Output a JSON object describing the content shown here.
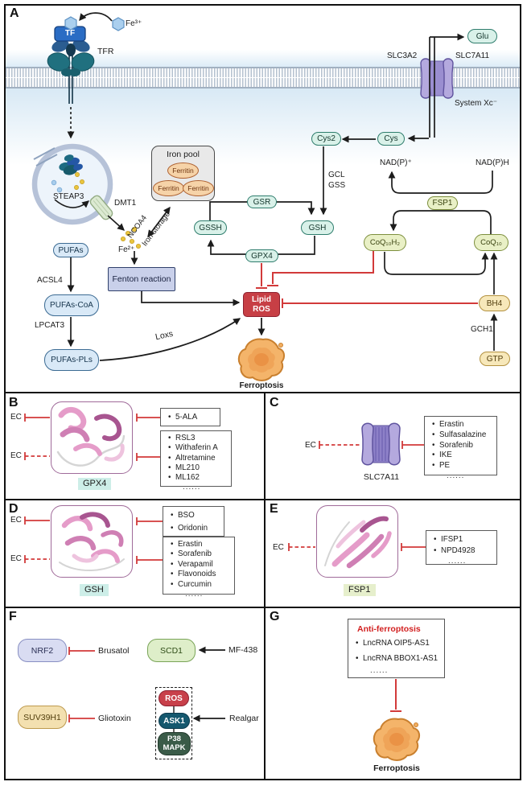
{
  "figure": {
    "panel_labels": {
      "a": "A",
      "b": "B",
      "c": "C",
      "d": "D",
      "e": "E",
      "f": "F",
      "g": "G"
    }
  },
  "colors": {
    "inhibit_red": "#d23a3a",
    "line_black": "#1c1c1c",
    "teal_fill": "#d9f1e9",
    "teal_stroke": "#2f7d6d",
    "green_fill": "#e9f0c6",
    "tan_fill": "#f7e8ba",
    "blue_fill": "#d9e9f7",
    "lipid_ros_fill": "#c73f45",
    "transporter_purple": "#b3a9dd",
    "ferroptosis_orange": "#f4b46a",
    "membrane_gray": "#b4c1cf"
  },
  "panel_a": {
    "fe3": "Fe³⁺",
    "tf": "TF",
    "tfr": "TFR",
    "slc3a2": "SLC3A2",
    "slc7a11": "SLC7A11",
    "glu": "Glu",
    "system_xc": "System Xc⁻",
    "cys": "Cys",
    "cys2": "Cys2",
    "gcl": "GCL",
    "gss": "GSS",
    "nadp": "NAD(P)⁺",
    "nadph": "NAD(P)H",
    "fsp1": "FSP1",
    "gsr": "GSR",
    "gssh": "GSSH",
    "gsh": "GSH",
    "gpx4": "GPX4",
    "coq10h2": "CoQ₁₀H₂",
    "coq10": "CoQ₁₀",
    "bh4": "BH4",
    "gch1": "GCH1",
    "gtp": "GTP",
    "steap3": "STEAP3",
    "dmt1": "DMT1",
    "ncoa4": "NCOA4",
    "iron_storage": "Iron storage",
    "iron_pool": "Iron pool",
    "ferritin": "Ferritin",
    "fe2": "Fe²⁺",
    "fenton": "Fenton reaction",
    "pufas": "PUFAs",
    "acsl4": "ACSL4",
    "pufas_coa": "PUFAs-CoA",
    "lpcat3": "LPCAT3",
    "pufas_pls": "PUFAs-PLs",
    "loxs": "Loxs",
    "lipid": "Lipid",
    "ros": "ROS",
    "ferroptosis": "Ferroptosis"
  },
  "panel_b": {
    "ec": "EC",
    "target": "GPX4",
    "list1": [
      "5-ALA"
    ],
    "list2": [
      "RSL3",
      "Withaferin A",
      "Altretamine",
      "ML210",
      "ML162"
    ],
    "more": "......"
  },
  "panel_c": {
    "ec": "EC",
    "target": "SLC7A11",
    "list": [
      "Erastin",
      "Sulfasalazine",
      "Sorafenib",
      "IKE",
      "PE"
    ],
    "more": "......"
  },
  "panel_d": {
    "ec": "EC",
    "target": "GSH",
    "list1": [
      "BSO",
      "Oridonin"
    ],
    "list2": [
      "Erastin",
      "Sorafenib",
      "Verapamil",
      "Flavonoids",
      "Curcumin"
    ],
    "more": "......"
  },
  "panel_e": {
    "ec": "EC",
    "target": "FSP1",
    "list": [
      "IFSP1",
      "NPD4928"
    ],
    "more": "......"
  },
  "panel_f": {
    "nrf2": "NRF2",
    "brusatol": "Brusatol",
    "scd1": "SCD1",
    "mf438": "MF-438",
    "suv39h1": "SUV39H1",
    "gliotoxin": "Gliotoxin",
    "ros": "ROS",
    "ask1": "ASK1",
    "p38": "P38",
    "mapk": "MAPK",
    "realgar": "Realgar"
  },
  "panel_g": {
    "title": "Anti-ferroptosis",
    "list": [
      "LncRNA OIP5-AS1",
      "LncRNA BBOX1-AS1"
    ],
    "more": "......",
    "ferroptosis": "Ferroptosis"
  }
}
